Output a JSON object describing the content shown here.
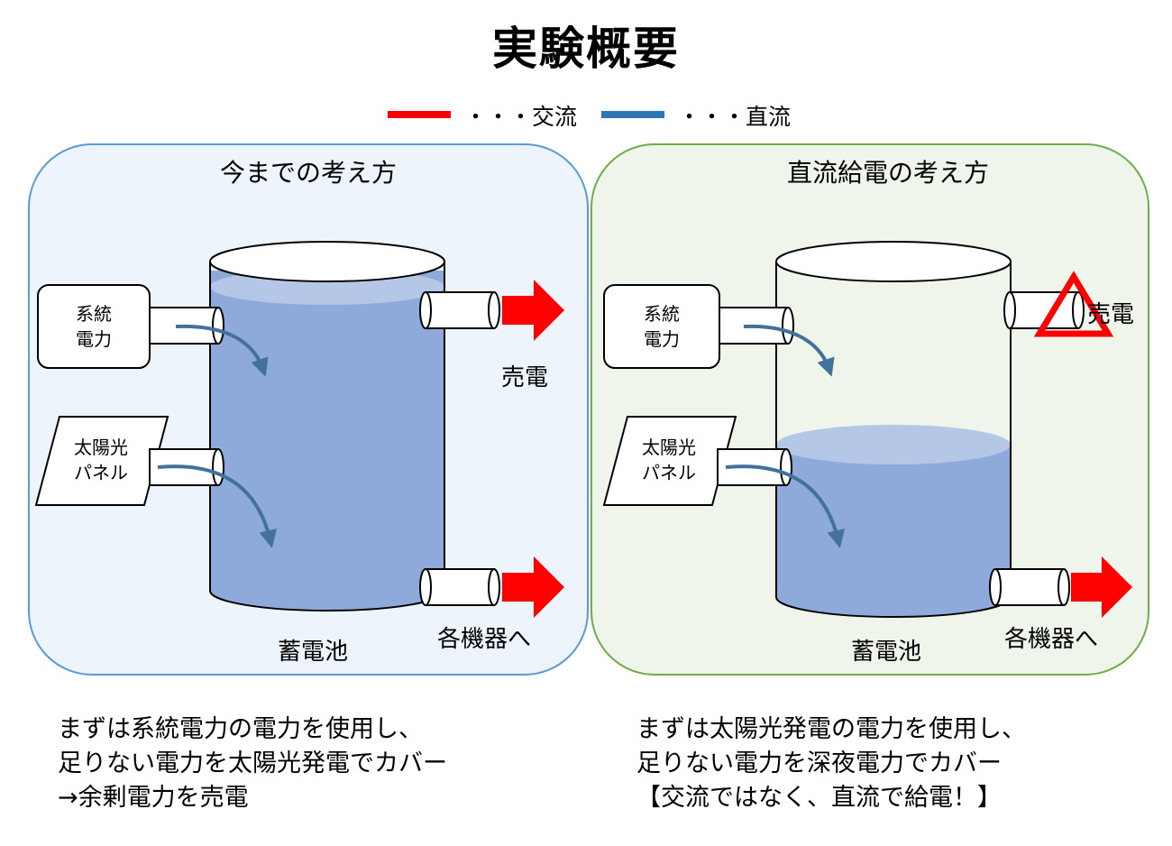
{
  "title": "実験概要",
  "legend": [
    {
      "label": "・・・交流",
      "color": "#ff0000"
    },
    {
      "label": "・・・直流",
      "color": "#2e75b6"
    }
  ],
  "left_panel": {
    "title": "今までの考え方",
    "source_grid": [
      "系統",
      "電力"
    ],
    "source_solar": [
      "太陽光",
      "パネル"
    ],
    "output_sell": "売電",
    "output_devices": "各機器へ",
    "battery": "蓄電池",
    "caption": [
      "まずは系統電力の電力を使用し、",
      "足りない電力を太陽光発電でカバー",
      "→余剰電力を売電"
    ]
  },
  "right_panel": {
    "title": "直流給電の考え方",
    "source_grid": [
      "系統",
      "電力"
    ],
    "source_solar": [
      "太陽光",
      "パネル"
    ],
    "output_sell": "売電",
    "output_devices": "各機器へ",
    "battery": "蓄電池",
    "caption": [
      "まずは太陽光発電の電力を使用し、",
      "足りない電力を深夜電力でカバー",
      "【交流ではなく、直流で給電！】"
    ]
  },
  "colors": {
    "left_panel_border": "#5b9bd5",
    "left_panel_fill": "#eef4fb",
    "right_panel_border": "#70ad47",
    "right_panel_fill": "#f0f5ec",
    "water": "#8eaadb",
    "water_top": "#b4c7e7",
    "arrow_red": "#ff0000",
    "flow_arrow": "#41719c"
  }
}
